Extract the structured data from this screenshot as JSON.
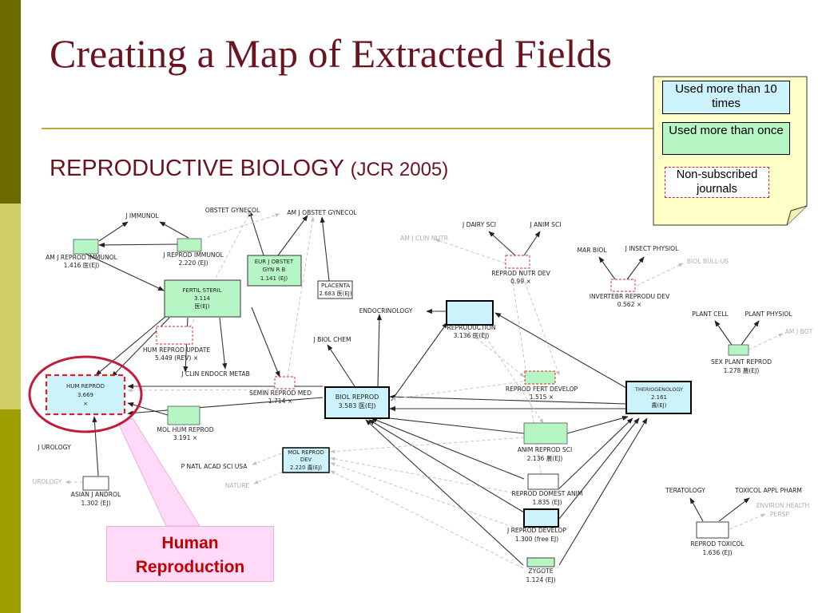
{
  "title": "Creating a Map of Extracted Fields",
  "subtitle": {
    "main": "REPRODUCTIVE BIOLOGY",
    "paren": "(JCR 2005)"
  },
  "colors": {
    "title": "#6b1420",
    "rule": "#b8ac2c",
    "sidebar_dark": "#6b6b00",
    "sidebar_light": "#cfcf66",
    "node_cyan": "#ccf2fb",
    "node_green": "#b6f5c4",
    "dash_red": "#e02020",
    "callout_bg": "#ffd9f7",
    "callout_text": "#c00000",
    "circle": "#c21b3c",
    "note_bg": "#ffffc8"
  },
  "legend": {
    "more_than_10": "Used more than 10 times",
    "more_than_once": "Used more than once",
    "non_subscribed": "Non-subscribed journals"
  },
  "callout": {
    "line1": "Human",
    "line2": "Reproduction"
  },
  "nodes": {
    "hum_reprod": {
      "name": "HUM REPROD",
      "value": "3.669",
      "access": "×"
    },
    "biol_reprod": {
      "name": "BIOL REPROD",
      "value": "3.583 医(EJ)"
    },
    "reproduction": {
      "name": "REPRODUCTION",
      "value": "3.136 医(EJ)"
    },
    "theriogenology": {
      "name": "THERIOGENOLOGY",
      "value": "2.161",
      "access": "農(EJ)"
    },
    "fertil_steril": {
      "name": "FERTIL STERIL",
      "value": "3.114",
      "access": "医(EJ)"
    },
    "mol_reprod_dev": {
      "name": "MOL REPROD DEV",
      "value": "2.220 農(EJ)"
    },
    "j_reprod_develop": {
      "name": "J REPROD DEVELOP",
      "value": "1.300 (free EJ)"
    },
    "am_j_reprod_immunol": {
      "name": "AM J REPROD IMMUNOL",
      "value": "1.416 医(EJ)"
    },
    "j_reprod_immunol": {
      "name": "J REPROD IMMUNOL",
      "value": "2.220 (EJ)"
    },
    "eur_j_obstet": {
      "name": "EUR J OBSTET GYN R B",
      "value": "1.141 (EJ)"
    },
    "placenta": {
      "name": "PLACENTA",
      "value": "2.683 医(EJ)"
    },
    "hum_reprod_update": {
      "name": "HUM REPROD UPDATE",
      "value": "5.449 (REV) ×"
    },
    "mol_hum_reprod": {
      "name": "MOL HUM REPROD",
      "value": "3.191 ×"
    },
    "semin_reprod_med": {
      "name": "SEMIN REPROD MED",
      "value": "1.714 ×"
    },
    "reprod_nutr_dev": {
      "name": "REPROD NUTR DEV",
      "value": "0.99 ×"
    },
    "invertebr_reprodu_dev": {
      "name": "INVERTEBR REPRODU DEV",
      "value": "0.562 ×"
    },
    "reprod_fert_develop": {
      "name": "REPROD FERT DEVELOP",
      "value": "1.515 ×"
    },
    "anim_reprod_sci": {
      "name": "ANIM REPROD SCI",
      "value": "2.136 農(EJ)"
    },
    "reprod_domest_anim": {
      "name": "REPROD DOMEST ANIM",
      "value": "1.835 (EJ)"
    },
    "zygote": {
      "name": "ZYGOTE",
      "value": "1.124 (EJ)"
    },
    "asian_j_androl": {
      "name": "ASIAN J ANDROL",
      "value": "1.302 (EJ)"
    },
    "sex_plant_reprod": {
      "name": "SEX PLANT REPROD",
      "value": "1.278 農(EJ)"
    },
    "reprod_toxicol": {
      "name": "REPROD TOXICOL",
      "value": "1.636 (EJ)"
    }
  },
  "labels": {
    "j_immunol": "J IMMUNOL",
    "obstet_gynecol": "OBSTET GYNECOL",
    "am_j_obstet_gynecol": "AM J OBSTET GYNECOL",
    "am_j_clin_nutr": "AM J CLIN NUTR",
    "j_dairy_sci": "J DAIRY SCI",
    "j_anim_sci": "J ANIM SCI",
    "mar_biol": "MAR BIOL",
    "j_insect_physiol": "J INSECT PHYSIOL",
    "biol_bull_us": "BIOL BULL-US",
    "endocrinology": "ENDOCRINOLOGY",
    "j_biol_chem": "J BIOL CHEM",
    "j_clin_endocr_metab": "J CLIN ENDOCR METAB",
    "plant_cell": "PLANT CELL",
    "plant_physiol": "PLANT PHYSIOL",
    "am_j_bot": "AM J BOT",
    "j_urology": "J UROLOGY",
    "urology": "UROLOGY",
    "p_natl_acad_sci_usa": "P NATL ACAD SCI USA",
    "nature": "NATURE",
    "teratology": "TERATOLOGY",
    "toxicol_appl_pharm": "TOXICOL APPL PHARM",
    "environ_health_persp": "ENVIRON HEALTH PERSP"
  }
}
